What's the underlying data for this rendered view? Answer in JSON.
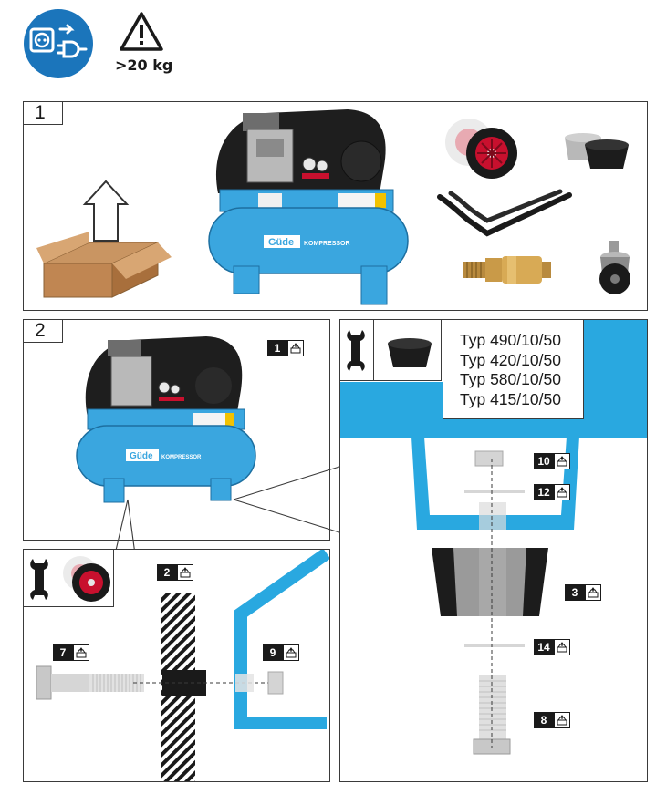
{
  "header": {
    "weight_label": ">20 kg",
    "unplug_icon": "unplug-power-icon",
    "warning_icon": "warning-triangle-icon"
  },
  "step1": {
    "number": "1",
    "brand": "Güde",
    "model_text": "KOMPRESSOR"
  },
  "step2": {
    "number": "2",
    "brand": "Güde",
    "model_text": "KOMPRESSOR",
    "label_compressor": "1"
  },
  "wheel_detail": {
    "label_bolt": "7",
    "label_axle": "2",
    "label_nut": "9"
  },
  "foot_detail": {
    "types": [
      "Typ 490/10/50",
      "Typ 420/10/50",
      "Typ 580/10/50",
      "Typ 415/10/50"
    ],
    "label_nut": "10",
    "label_washer_top": "12",
    "label_foot": "3",
    "label_washer_bottom": "14",
    "label_bolt": "8"
  },
  "colors": {
    "compressor_blue": "#3aa6df",
    "frame_blue": "#29a8e0",
    "header_circle": "#1b75bb",
    "wheel_red": "#c8102e"
  }
}
